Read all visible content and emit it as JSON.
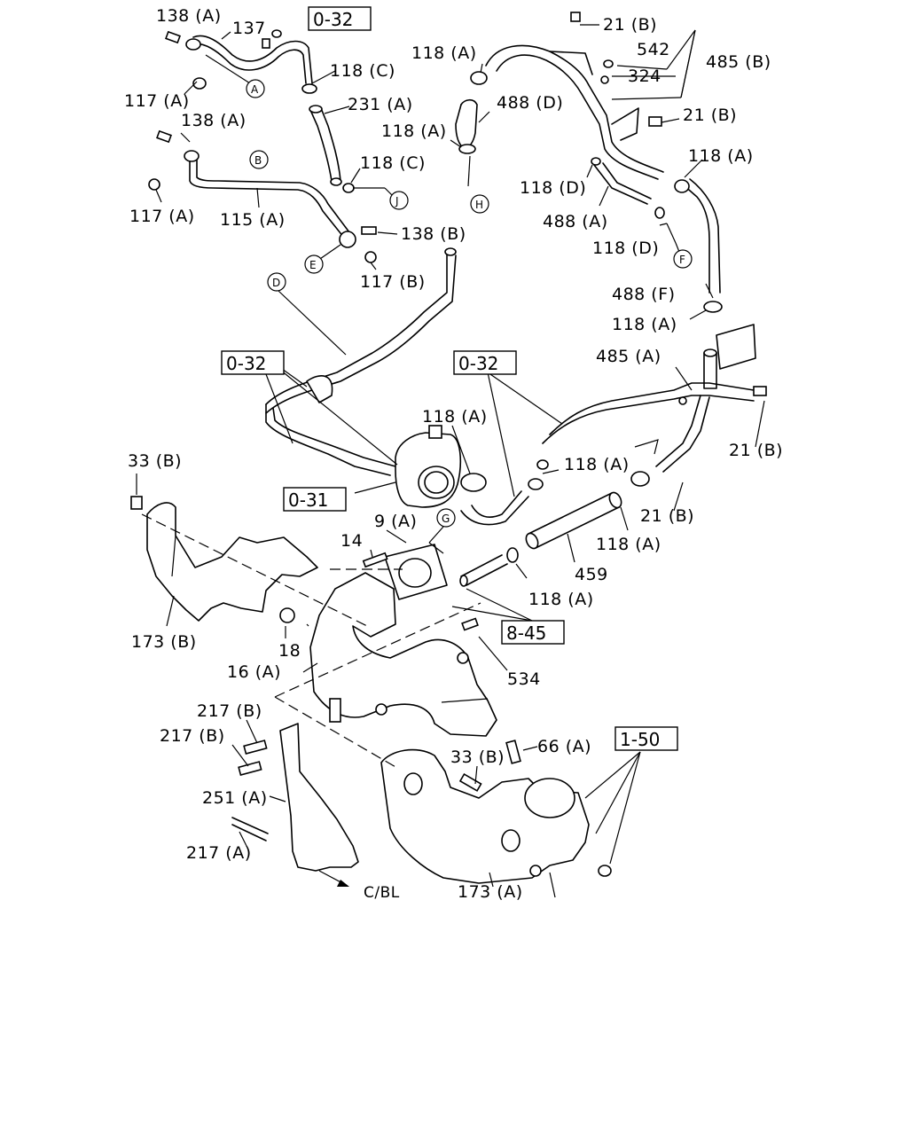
{
  "labels": {
    "l01": "138 (A)",
    "l02": "137",
    "l03": "117 (A)",
    "l04": "138 (A)",
    "l05": "117 (A)",
    "l06": "115 (A)",
    "l07": "118 (C)",
    "l08": "231 (A)",
    "l09": "118 (C)",
    "l10": "138 (B)",
    "l11": "117 (B)",
    "l12": "21 (B)",
    "l13": "542",
    "l14": "324",
    "l15": "485 (B)",
    "l16": "118 (A)",
    "l17": "488 (D)",
    "l18": "118 (A)",
    "l19": "21 (B)",
    "l20": "118 (A)",
    "l21": "118 (D)",
    "l22": "488 (A)",
    "l23": "118 (D)",
    "l24": "488 (F)",
    "l25": "118 (A)",
    "l26": "485 (A)",
    "l27": "21 (B)",
    "l28": "118 (A)",
    "l29": "118 (A)",
    "l30": "21 (B)",
    "l31": "118 (A)",
    "l32": "459",
    "l33": "118 (A)",
    "l34": "9 (A)",
    "l35": "14",
    "l36": "33 (B)",
    "l37": "173 (B)",
    "l38": "18",
    "l39": "16 (A)",
    "l40": "534",
    "l41": "217 (B)",
    "l42": "217 (B)",
    "l43": "66 (A)",
    "l44": "33 (B)",
    "l45": "251 (A)",
    "l46": "217 (A)",
    "l47": "173 (A)",
    "l48": "C/BL"
  },
  "refs": {
    "r1": "0-32",
    "r2": "0-32",
    "r3": "0-32",
    "r4": "0-31",
    "r5": "8-45",
    "r6": "1-50"
  },
  "callouts": {
    "cA": "A",
    "cB": "B",
    "cE": "E",
    "cJ": "J",
    "cH": "H",
    "cF": "F",
    "cD": "D",
    "cG": "G"
  }
}
